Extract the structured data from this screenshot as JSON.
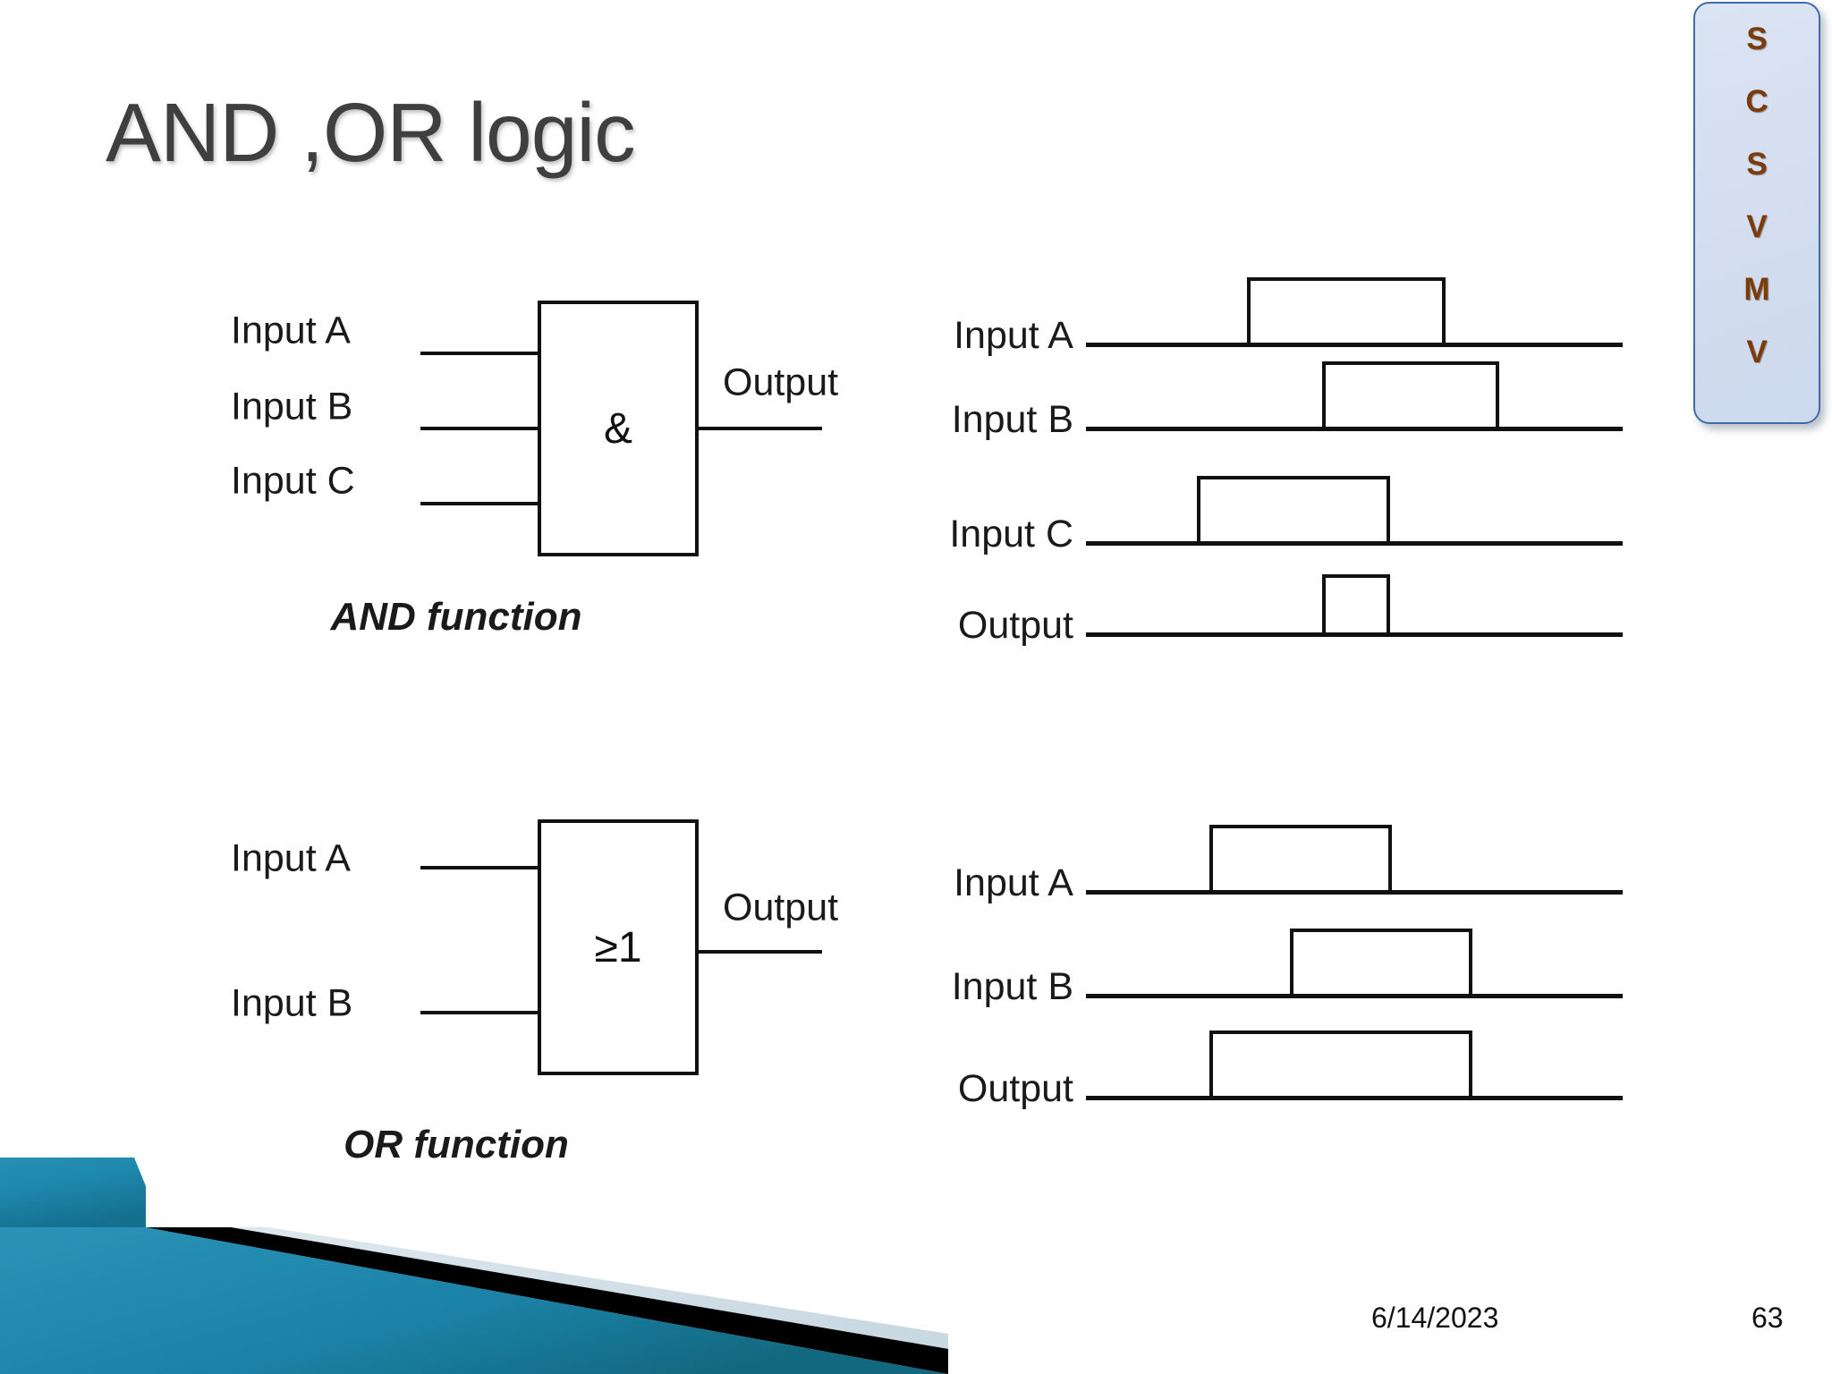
{
  "slide": {
    "title": "AND ,OR logic",
    "background_color": "#FFFFFF",
    "title_color": "#3F3F3F"
  },
  "badge": {
    "letters": [
      "S",
      "C",
      "S",
      "V",
      "M",
      "V"
    ],
    "background_color": "#D6E0F0",
    "border_color": "#3E6DA8",
    "text_color": "#7A3C0D"
  },
  "and_gate": {
    "symbol": "&",
    "caption": "AND function",
    "inputs": [
      "Input A",
      "Input B",
      "Input C"
    ],
    "output": "Output"
  },
  "or_gate": {
    "symbol": "≥1",
    "caption": "OR function",
    "inputs": [
      "Input A",
      "Input B"
    ],
    "output": "Output"
  },
  "and_timing": {
    "rows": [
      {
        "label": "Input A",
        "pulse_start": 0.3,
        "pulse_end": 0.67
      },
      {
        "label": "Input B",
        "pulse_start": 0.44,
        "pulse_end": 0.77
      },
      {
        "label": "Input C",
        "pulse_start": 0.21,
        "pulse_end": 0.57
      },
      {
        "label": "Output",
        "pulse_start": 0.44,
        "pulse_end": 0.57
      }
    ]
  },
  "or_timing": {
    "rows": [
      {
        "label": "Input A",
        "pulse_start": 0.23,
        "pulse_end": 0.57
      },
      {
        "label": "Input B",
        "pulse_start": 0.38,
        "pulse_end": 0.72
      },
      {
        "label": "Output",
        "pulse_start": 0.23,
        "pulse_end": 0.72
      }
    ]
  },
  "footer": {
    "date": "6/14/2023",
    "page_number": "63"
  },
  "decoration": {
    "teal": "#1E87AC",
    "teal_dark": "#15708F",
    "black_stripe": "#000000",
    "pale_band": "#D7E3EA"
  }
}
